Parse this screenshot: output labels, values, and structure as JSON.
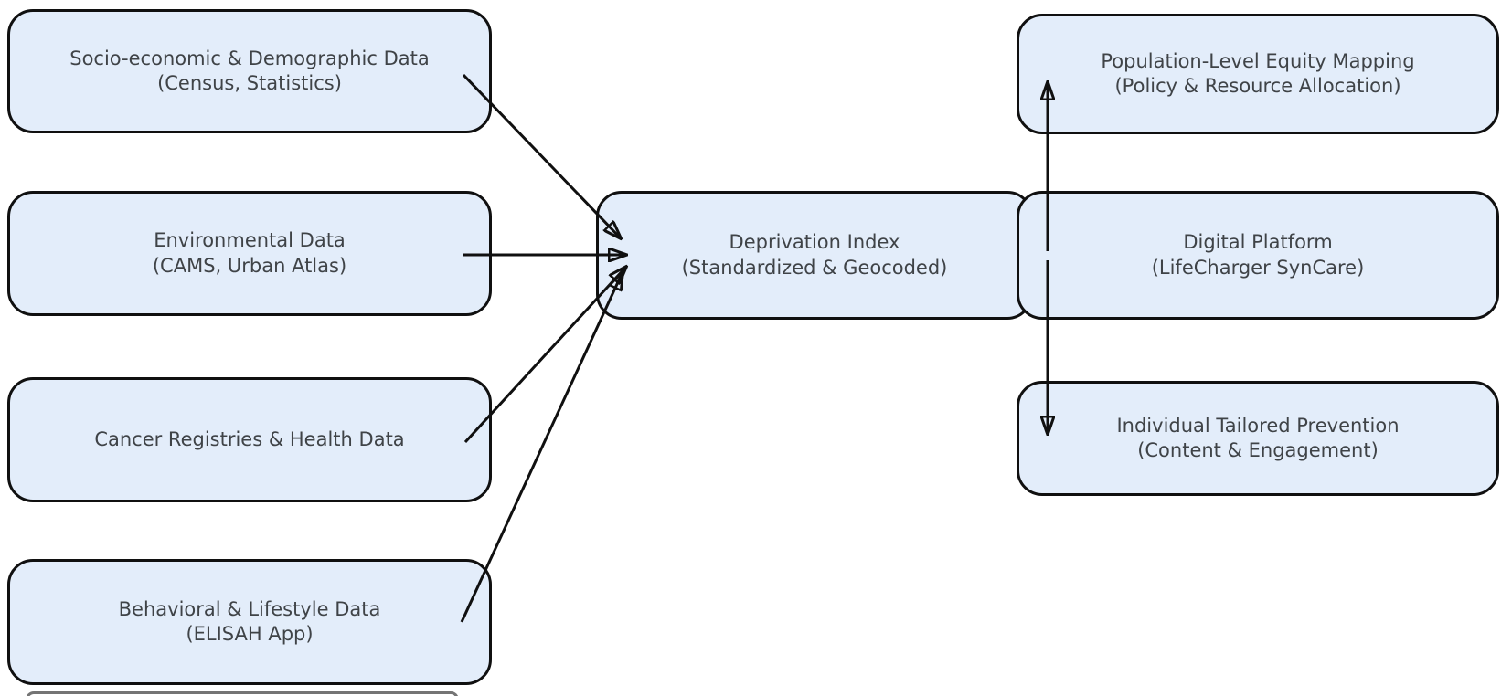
{
  "diagram": {
    "type": "flowchart",
    "background_color": "#ffffff",
    "node_fill_color": "#e3edfa",
    "node_border_color": "#101010",
    "arrow_color": "#101010",
    "text_color": "#3f4347"
  },
  "nodes": {
    "socio": {
      "line1": "Socio-economic & Demographic Data",
      "line2": "(Census, Statistics)"
    },
    "environment": {
      "line1": "Environmental Data",
      "line2": "(CAMS, Urban Atlas)"
    },
    "cancer": {
      "line1": "Cancer Registries & Health Data"
    },
    "behavioral": {
      "line1": "Behavioral & Lifestyle Data",
      "line2": "(ELISAH App)"
    },
    "deprivation": {
      "line1": "Deprivation Index",
      "line2": "(Standardized & Geocoded)"
    },
    "population": {
      "line1": "Population-Level Equity Mapping",
      "line2": "(Policy & Resource Allocation)"
    },
    "platform": {
      "line1": "Digital Platform",
      "line2": "(LifeCharger SynCare)"
    },
    "individual": {
      "line1": "Individual Tailored Prevention",
      "line2": "(Content & Engagement)"
    }
  },
  "edges": [
    {
      "from": "socio",
      "to": "deprivation",
      "style": "arrow"
    },
    {
      "from": "environment",
      "to": "deprivation",
      "style": "arrow"
    },
    {
      "from": "cancer",
      "to": "deprivation",
      "style": "arrow"
    },
    {
      "from": "behavioral",
      "to": "deprivation",
      "style": "arrow"
    },
    {
      "from": "platform",
      "to": "population",
      "style": "arrow"
    },
    {
      "from": "platform",
      "to": "individual",
      "style": "arrow"
    }
  ]
}
